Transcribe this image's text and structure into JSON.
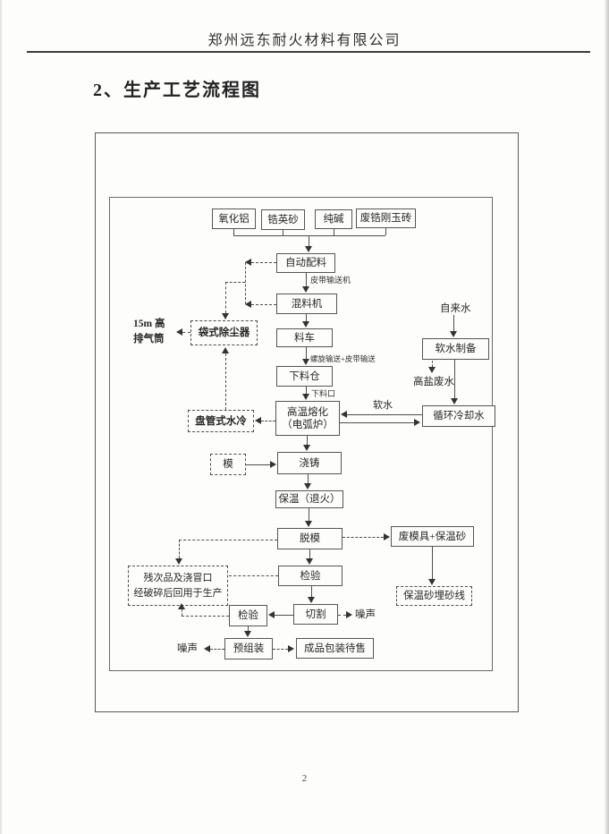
{
  "header": {
    "company": "郑州远东耐火材料有限公司"
  },
  "title": "2、生产工艺流程图",
  "page_number": "2",
  "flowchart": {
    "materials": [
      "氧化铝",
      "锆英砂",
      "纯碱",
      "废锆刚玉砖"
    ],
    "nodes": {
      "auto_batching": "自动配料",
      "mixer": "混料机",
      "material_cart": "料车",
      "feed_bin": "下料仓",
      "melting_line1": "高温熔化",
      "melting_line2": "（电弧炉）",
      "casting": "浇铸",
      "annealing": "保温（退火）",
      "demolding": "脱模",
      "inspection1": "检验",
      "cutting": "切割",
      "inspection2": "检验",
      "preassembly": "预组装",
      "packaging": "成品包装待售",
      "soft_water_prep": "软水制备",
      "circulating_water": "循环冷却水",
      "waste_mold": "废模具+保温砂",
      "sand_burial": "保温砂埋砂线",
      "bag_filter": "袋式除尘器",
      "coil_cooling": "盘管式水冷",
      "mold": "模",
      "recycle_line1": "残次品及浇冒口",
      "recycle_line2": "经破碎后回用于生产"
    },
    "labels": {
      "stack_line1": "15m 高",
      "stack_line2": "排气筒",
      "tap_water": "自来水",
      "high_salt_wastewater": "高盐废水",
      "soft_water": "软水",
      "belt_conveyor": "皮带输送机",
      "screw_belt_conveyor": "螺旋输送+皮带输送",
      "feed_port": "下料口",
      "noise_cutting": "噪声",
      "noise_preassembly": "噪声"
    }
  }
}
